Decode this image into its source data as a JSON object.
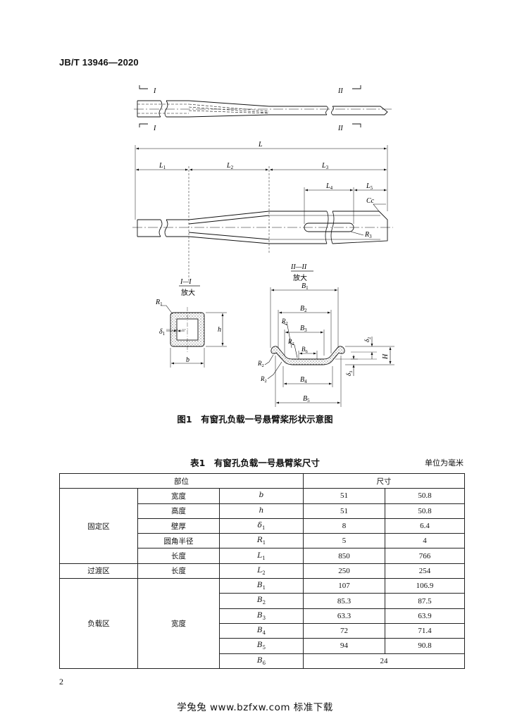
{
  "header": {
    "standard_no": "JB/T 13946—2020"
  },
  "figure": {
    "caption": "图1　有窗孔负载一号悬臂桨形状示意图",
    "labels": {
      "section_I": "I",
      "section_II": "II",
      "L": "L",
      "L1": "L",
      "L1_sub": "1",
      "L2": "L",
      "L2_sub": "2",
      "L3": "L",
      "L3_sub": "3",
      "L4": "L",
      "L4_sub": "4",
      "L5": "L",
      "L5_sub": "5",
      "Cc": "Cc",
      "R3": "R",
      "R3_sub": "3",
      "detail_I_title": "I—I",
      "detail_I_sub": "放大",
      "detail_II_title": "II—II",
      "detail_II_sub": "放大",
      "R1": "R",
      "R1_sub": "1",
      "delta1": "δ",
      "delta1_sub": "1",
      "h": "h",
      "b": "b",
      "B1": "B",
      "B1_sub": "1",
      "B2": "B",
      "B2_sub": "2",
      "B3": "B",
      "B3_sub": "3",
      "B4": "B",
      "B4_sub": "4",
      "B5": "B",
      "B5_sub": "5",
      "B6": "B",
      "B6_sub": "6",
      "R2": "R",
      "R2_sub": "2",
      "delta2": "δ",
      "delta2_sub": "2",
      "delta3": "δ",
      "delta3_sub": "3",
      "H": "H"
    }
  },
  "table": {
    "caption": "表1　有窗孔负载一号悬臂桨尺寸",
    "unit": "单位为毫米",
    "header": {
      "part": "部位",
      "size": "尺寸"
    },
    "zones": {
      "fixed": "固定区",
      "transition": "过渡区",
      "load": "负载区"
    },
    "rows": [
      {
        "item": "宽度",
        "sym": "b",
        "sub": "",
        "v1": "51",
        "v2": "50.8"
      },
      {
        "item": "高度",
        "sym": "h",
        "sub": "",
        "v1": "51",
        "v2": "50.8"
      },
      {
        "item": "壁厚",
        "sym": "δ",
        "sub": "1",
        "v1": "8",
        "v2": "6.4"
      },
      {
        "item": "圆角半径",
        "sym": "R",
        "sub": "1",
        "v1": "5",
        "v2": "4"
      },
      {
        "item": "长度",
        "sym": "L",
        "sub": "1",
        "v1": "850",
        "v2": "766"
      },
      {
        "item": "长度",
        "sym": "L",
        "sub": "2",
        "v1": "250",
        "v2": "254"
      },
      {
        "item": "宽度",
        "sym": "B",
        "sub": "1",
        "v1": "107",
        "v2": "106.9"
      },
      {
        "item": "",
        "sym": "B",
        "sub": "2",
        "v1": "85.3",
        "v2": "87.5"
      },
      {
        "item": "",
        "sym": "B",
        "sub": "3",
        "v1": "63.3",
        "v2": "63.9"
      },
      {
        "item": "",
        "sym": "B",
        "sub": "4",
        "v1": "72",
        "v2": "71.4"
      },
      {
        "item": "",
        "sym": "B",
        "sub": "5",
        "v1": "94",
        "v2": "90.8"
      },
      {
        "item": "",
        "sym": "B",
        "sub": "6",
        "v1": "24",
        "v2": ""
      }
    ]
  },
  "page_number": "2",
  "footer": "学兔兔 www.bzfxw.com 标准下载"
}
